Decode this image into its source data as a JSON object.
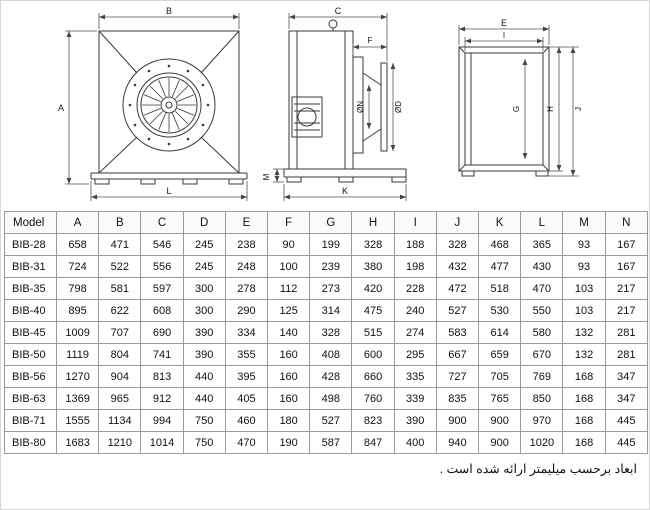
{
  "drawings": {
    "front_view": {
      "width": "B",
      "height": "A",
      "base_length": "L"
    },
    "side_view": {
      "width": "C",
      "inlet_depth": "F",
      "inlet_diameter": "ØN",
      "flange_diameter": "ØD",
      "base_height": "M",
      "base_length": "K"
    },
    "rear_view": {
      "outer_width": "E",
      "inner_width": "I",
      "inner_height": "G",
      "height": "H",
      "outer_height": "J"
    }
  },
  "table": {
    "headers": [
      "Model",
      "A",
      "B",
      "C",
      "D",
      "E",
      "F",
      "G",
      "H",
      "I",
      "J",
      "K",
      "L",
      "M",
      "N"
    ],
    "rows": [
      [
        "BIB-28",
        658,
        471,
        546,
        245,
        238,
        90,
        199,
        328,
        188,
        328,
        468,
        365,
        93,
        167
      ],
      [
        "BIB-31",
        724,
        522,
        556,
        245,
        248,
        100,
        239,
        380,
        198,
        432,
        477,
        430,
        93,
        167
      ],
      [
        "BIB-35",
        798,
        581,
        597,
        300,
        278,
        112,
        273,
        420,
        228,
        472,
        518,
        470,
        103,
        217
      ],
      [
        "BIB-40",
        895,
        622,
        608,
        300,
        290,
        125,
        314,
        475,
        240,
        527,
        530,
        550,
        103,
        217
      ],
      [
        "BIB-45",
        1009,
        707,
        690,
        390,
        334,
        140,
        328,
        515,
        274,
        583,
        614,
        580,
        132,
        281
      ],
      [
        "BIB-50",
        1119,
        804,
        741,
        390,
        355,
        160,
        408,
        600,
        295,
        667,
        659,
        670,
        132,
        281
      ],
      [
        "BIB-56",
        1270,
        904,
        813,
        440,
        395,
        160,
        428,
        660,
        335,
        727,
        705,
        769,
        168,
        347
      ],
      [
        "BIB-63",
        1369,
        965,
        912,
        440,
        405,
        160,
        498,
        760,
        339,
        835,
        765,
        850,
        168,
        347
      ],
      [
        "BIB-71",
        1555,
        1134,
        994,
        750,
        460,
        180,
        527,
        823,
        390,
        900,
        900,
        970,
        168,
        445
      ],
      [
        "BIB-80",
        1683,
        1210,
        1014,
        750,
        470,
        190,
        587,
        847,
        400,
        940,
        900,
        1020,
        168,
        445
      ]
    ]
  },
  "footer": {
    "note": "ابعاد برحسب میلیمتر ارائه شده است ."
  }
}
